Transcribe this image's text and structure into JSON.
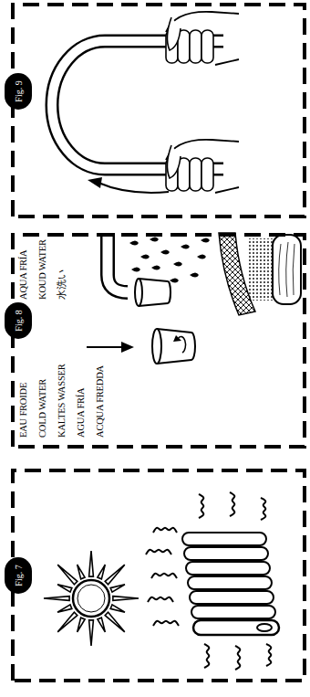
{
  "diagram": {
    "nodes": [
      {
        "text": [
          "Fig. 7"
        ]
      },
      {
        "text": [
          "Fig. 8",
          "EAU FROIDE",
          "COLD WATER",
          "KALTES WASSER",
          "AGUA FRÍA",
          "ACQUA FREDDA",
          "AQUA FRÍA",
          "KOUD WATER",
          "水洗い"
        ]
      },
      {
        "text": [
          "Fig. 9"
        ]
      }
    ]
  }
}
